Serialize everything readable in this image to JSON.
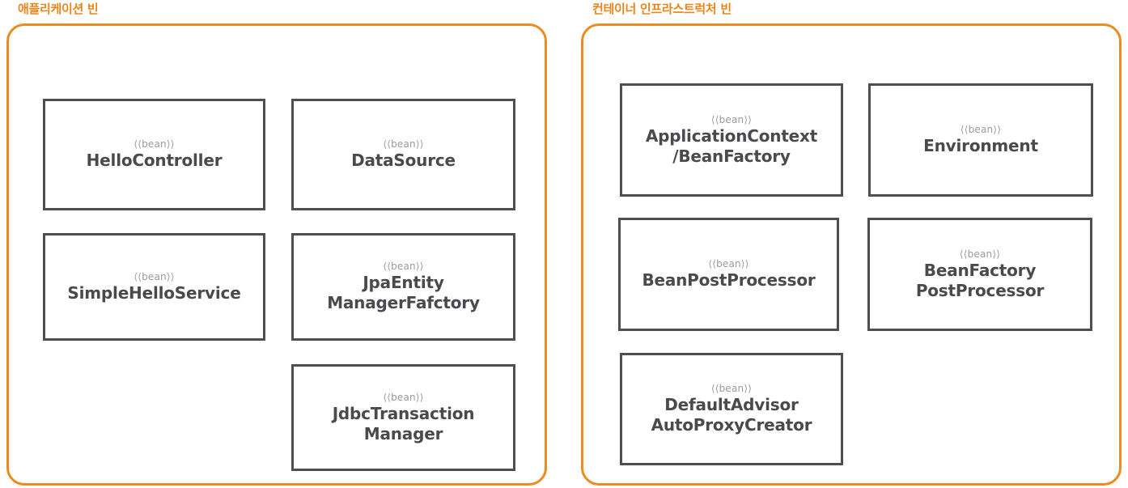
{
  "diagram": {
    "stereotype_label": "⟨⟨bean⟩⟩",
    "accent_color": "#ED8B21",
    "box_border_color": "#4F4F52",
    "box_text_color": "#4A4A4D",
    "stereotype_color": "#9A9A9D",
    "panels": [
      {
        "id": "application-beans",
        "title": "애플리케이션 빈",
        "beans": [
          {
            "stereotype": "⟨⟨bean⟩⟩",
            "name": "HelloController"
          },
          {
            "stereotype": "⟨⟨bean⟩⟩",
            "name": "DataSource"
          },
          {
            "stereotype": "⟨⟨bean⟩⟩",
            "name": "SimpleHelloService"
          },
          {
            "stereotype": "⟨⟨bean⟩⟩",
            "name": "JpaEntity\nManagerFafctory"
          },
          {
            "stereotype": "⟨⟨bean⟩⟩",
            "name": "JdbcTransaction\nManager"
          }
        ]
      },
      {
        "id": "container-infrastructure-beans",
        "title": "컨테이너 인프라스트럭처 빈",
        "beans": [
          {
            "stereotype": "⟨⟨bean⟩⟩",
            "name": "ApplicationContext\n/BeanFactory"
          },
          {
            "stereotype": "⟨⟨bean⟩⟩",
            "name": "Environment"
          },
          {
            "stereotype": "⟨⟨bean⟩⟩",
            "name": "BeanPostProcessor"
          },
          {
            "stereotype": "⟨⟨bean⟩⟩",
            "name": "BeanFactory\nPostProcessor"
          },
          {
            "stereotype": "⟨⟨bean⟩⟩",
            "name": "DefaultAdvisor\nAutoProxyCreator"
          }
        ]
      }
    ]
  }
}
